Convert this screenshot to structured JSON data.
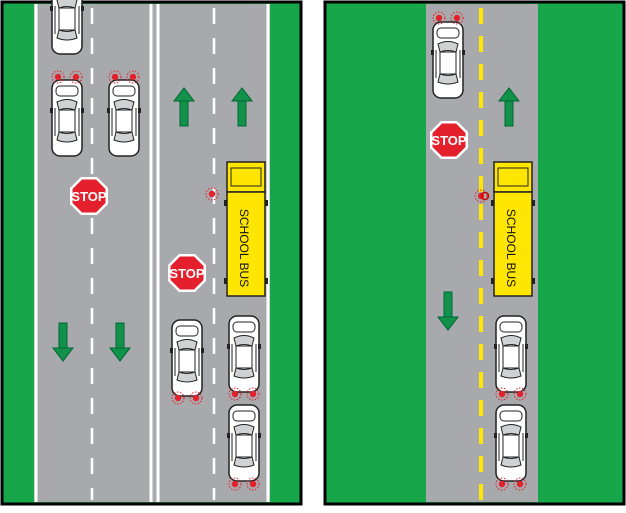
{
  "figure": "school bus stop-arm traffic rules diagram",
  "colors": {
    "grass": "#17a64a",
    "road": "#a7a9ac",
    "lane_white": "#ffffff",
    "center_yellow": "#ffe600",
    "bus": "#ffe600",
    "stop": "#e4202c",
    "arrow": "#12914b",
    "frame": "#000000"
  },
  "labels": {
    "stop": "STOP",
    "school_bus": "SCHOOL BUS"
  },
  "panels": [
    {
      "name": "divided-highway",
      "lanes": 4,
      "arrows_up": 2,
      "arrows_down": 2
    },
    {
      "name": "two-lane-road",
      "lanes": 2,
      "arrows_up": 1,
      "arrows_down": 1
    }
  ]
}
